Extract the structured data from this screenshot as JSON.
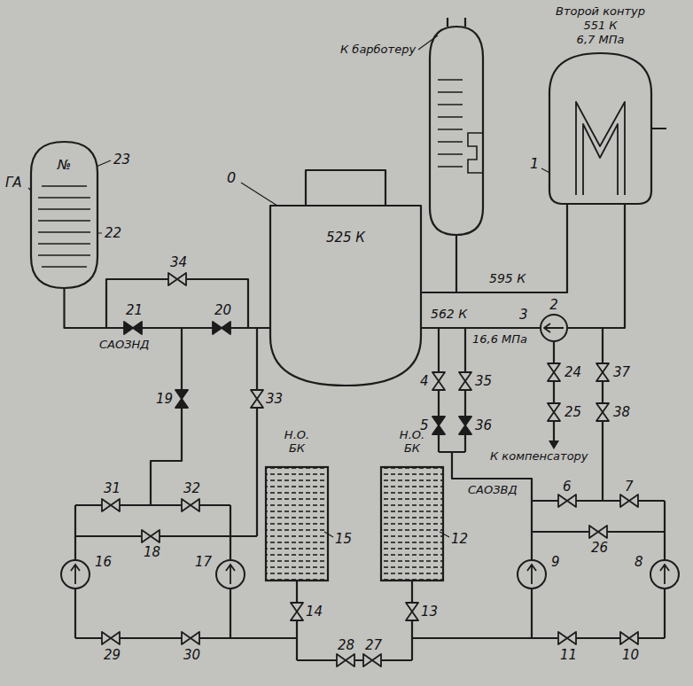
{
  "diagram": {
    "nodes": [
      {
        "text": [
          "№"
        ]
      },
      {
        "text": [
          "525 К"
        ]
      },
      {
        "text": [
          "Второй контур",
          "551 К",
          "6,7 МПа"
        ]
      },
      {
        "text": [
          "2"
        ]
      }
    ],
    "edges": [
      {
        "from": 1,
        "to": 2,
        "arrow": "none",
        "label": "595 К"
      },
      {
        "from": 2,
        "to": 3,
        "arrow": "none"
      },
      {
        "from": 3,
        "to": 1,
        "arrow": "none",
        "label": "562 К"
      },
      {
        "from": 0,
        "to": 1,
        "arrow": "none"
      }
    ],
    "labels": [
      "ГА",
      "23",
      "22",
      "0",
      "К барботеру",
      "1",
      "3",
      "16,6 МПа",
      "34",
      "21",
      "20",
      "САОЗНД",
      "19",
      "33",
      "4",
      "35",
      "5",
      "36",
      "24",
      "37",
      "25",
      "38",
      "К компенсатору",
      "САОЗВД",
      "31",
      "32",
      "18",
      "16",
      "17",
      "29",
      "30",
      "Н.О. БК",
      "Н.О. БК",
      "15",
      "12",
      "14",
      "28",
      "27",
      "13",
      "6",
      "7",
      "26",
      "9",
      "8",
      "11",
      "10"
    ]
  }
}
